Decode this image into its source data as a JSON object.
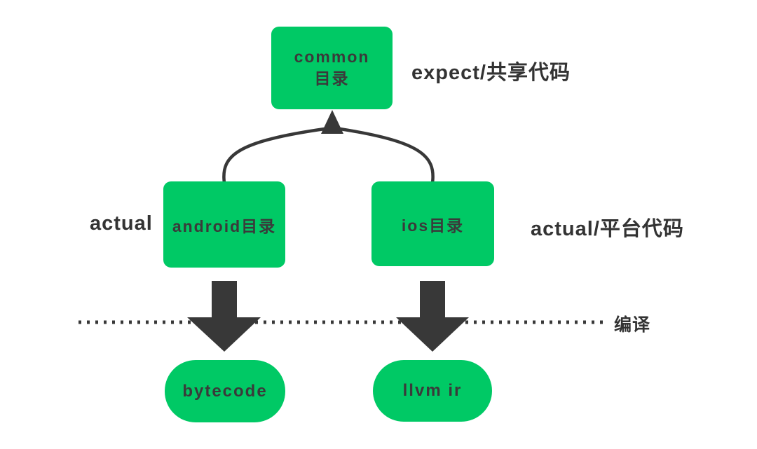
{
  "colors": {
    "node_green": "#00C965",
    "connector_dark": "#383838",
    "label_dark": "#333333",
    "node_text": "#3A3A3A",
    "background": "#FFFFFF"
  },
  "nodes": {
    "common": {
      "label": "common目录"
    },
    "android": {
      "label": "android目录"
    },
    "ios": {
      "label": "ios目录"
    },
    "bytecode": {
      "label": "bytecode"
    },
    "llvm_ir": {
      "label": "llvm ir"
    }
  },
  "labels": {
    "expect_shared": "expect/共享代码",
    "actual": "actual",
    "actual_platform": "actual/平台代码",
    "compile": "编译"
  }
}
